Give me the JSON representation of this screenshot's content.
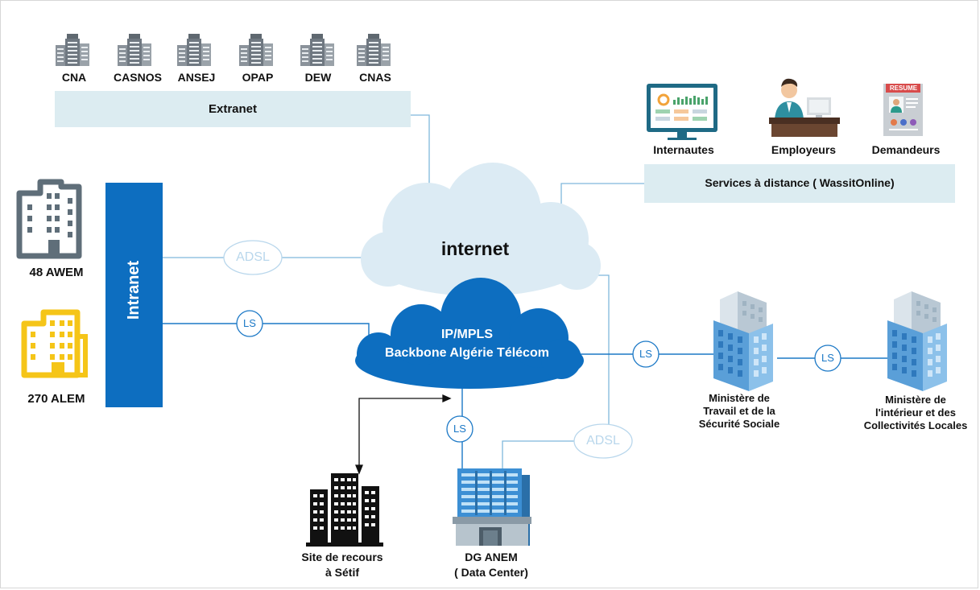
{
  "extranet": {
    "label": "Extranet",
    "orgs": [
      "CNA",
      "CASNOS",
      "ANSEJ",
      "OPAP",
      "DEW",
      "CNAS"
    ]
  },
  "remote_services": {
    "label": "Services à distance ( WassitOnline)",
    "users": [
      "Internautes",
      "Employeurs",
      "Demandeurs"
    ],
    "resume_badge": "RESUME"
  },
  "intranet": {
    "label": "Intranet"
  },
  "sites": {
    "awem": "48 AWEM",
    "alem": "270 ALEM",
    "recours": [
      "Site de recours",
      "à Sétif"
    ],
    "dg": [
      "DG ANEM",
      "( Data Center)"
    ],
    "ministere_travail": [
      "Ministère de",
      "Travail et de la",
      "Sécurité Sociale"
    ],
    "ministere_interieur": [
      "Ministère de",
      "l'intérieur et des",
      "Collectivités Locales"
    ]
  },
  "clouds": {
    "internet": "internet",
    "backbone": [
      "IP/MPLS",
      "Backbone Algérie Télécom"
    ]
  },
  "links": {
    "adsl": "ADSL",
    "ls": "LS"
  },
  "colors": {
    "accent_blue": "#0d6ec0",
    "line_blue": "#7fb8dc",
    "band_bg": "#dcecf1",
    "cloud_light": "#dcebf4",
    "awem_gray": "#5f6e79",
    "alem_yellow": "#f5c518"
  }
}
